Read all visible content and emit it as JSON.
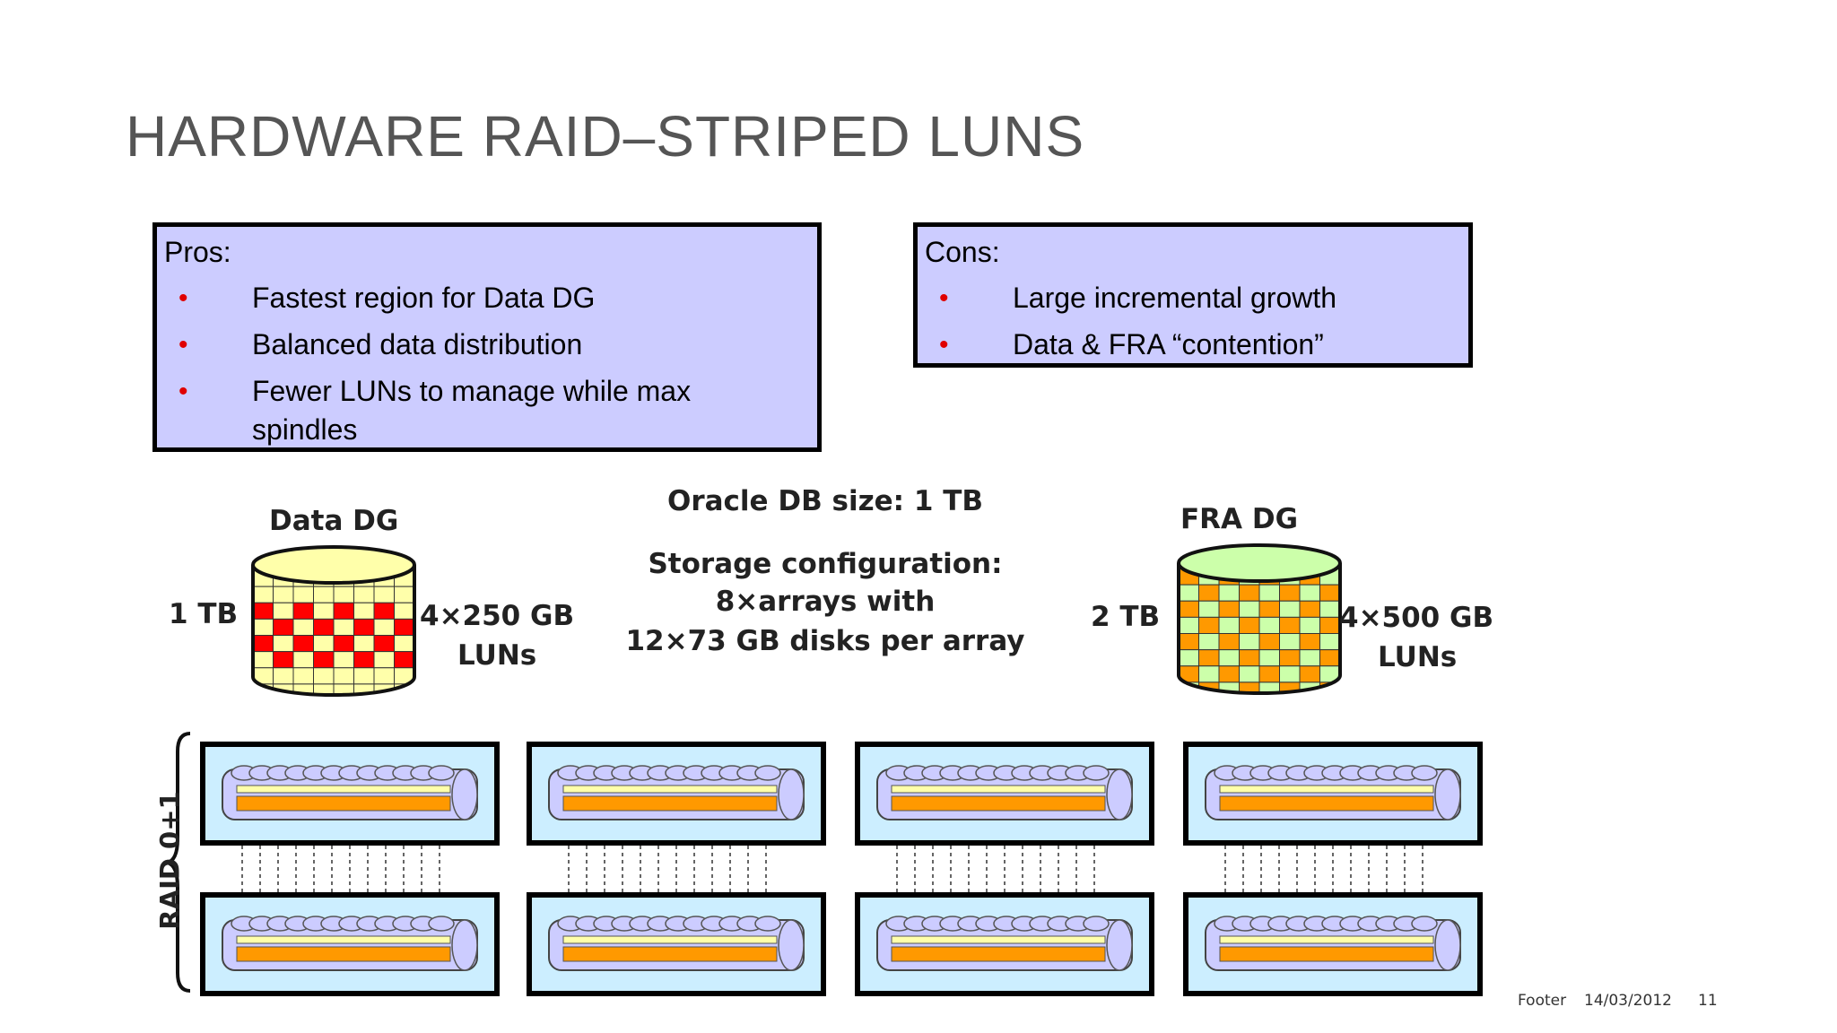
{
  "slide": {
    "title": "HARDWARE RAID–STRIPED LUNS"
  },
  "pros": {
    "heading": "Pros:",
    "items": [
      "Fastest region for Data DG",
      "Balanced data distribution",
      "Fewer LUNs to manage while max spindles"
    ]
  },
  "cons": {
    "heading": "Cons:",
    "items": [
      "Large incremental growth",
      "Data & FRA “contention”"
    ]
  },
  "diagram": {
    "data_dg": {
      "label": "Data DG",
      "size": "1 TB",
      "luns_line1": "4×250 GB",
      "luns_line2": "LUNs"
    },
    "fra_dg": {
      "label": "FRA DG",
      "size": "2 TB",
      "luns_line1": "4×500 GB",
      "luns_line2": "LUNs"
    },
    "db_size": "Oracle DB size: 1 TB",
    "storage": {
      "line1": "Storage configuration:",
      "line2": "8×arrays with",
      "line3": "12×73 GB disks per array"
    },
    "raid_label": "RAID 0+1",
    "colors": {
      "pros_cons_bg": "#ccccff",
      "data_checker_a": "#ff0000",
      "data_checker_b": "#ffffaa",
      "fra_checker_a": "#ff9900",
      "fra_checker_b": "#ccffaa",
      "array_bg": "#cceeff",
      "disk_fill": "#ccccff",
      "stripe_light": "#ffffaa",
      "stripe_orange": "#ff9900",
      "bullet": "#e00000"
    }
  },
  "footer": {
    "text": "Footer",
    "date": "14/03/2012",
    "page": "11"
  }
}
